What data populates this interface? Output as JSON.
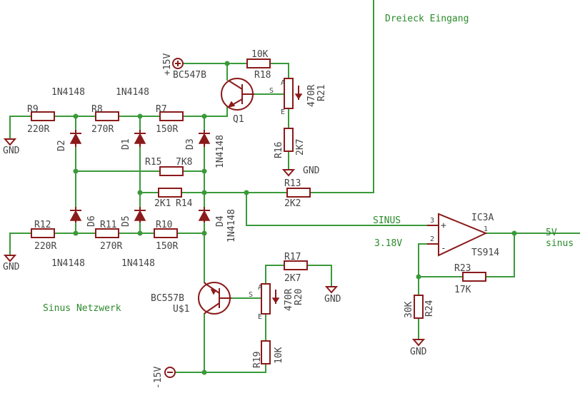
{
  "title_net": "Sinus Netzwerk",
  "label_input": "Dreieck Eingang",
  "label_sinus": "SINUS",
  "label_ref": "3.18V",
  "label_out": "5V",
  "label_out2": "sinus",
  "supply_pos": "+15V",
  "supply_neg": "-15V",
  "gnd": "GND",
  "resistors": {
    "R9": {
      "name": "R9",
      "value": "220R"
    },
    "R8": {
      "name": "R8",
      "value": "270R"
    },
    "R7": {
      "name": "R7",
      "value": "150R"
    },
    "R15": {
      "name": "R15",
      "value": "7K8"
    },
    "R14": {
      "name": "R14",
      "value": "2K1"
    },
    "R13": {
      "name": "R13",
      "value": "2K2"
    },
    "R12": {
      "name": "R12",
      "value": "220R"
    },
    "R11": {
      "name": "R11",
      "value": "270R"
    },
    "R10": {
      "name": "R10",
      "value": "150R"
    },
    "R18": {
      "name": "R18",
      "value": "10K"
    },
    "R16": {
      "name": "R16",
      "value": "2K7"
    },
    "R17": {
      "name": "R17",
      "value": "2K7"
    },
    "R19": {
      "name": "R19",
      "value": "10K"
    },
    "R23": {
      "name": "R23",
      "value": "17K"
    },
    "R24": {
      "name": "R24",
      "value": "30K"
    }
  },
  "pots": {
    "R21": {
      "name": "R21",
      "value": "470R"
    },
    "R20": {
      "name": "R20",
      "value": "470R"
    }
  },
  "diodes": {
    "part": "1N4148",
    "D1": "D1",
    "D2": "D2",
    "D3": "D3",
    "D4": "D4",
    "D5": "D5",
    "D6": "D6"
  },
  "transistors": {
    "Q1": {
      "name": "Q1",
      "part": "BC547B"
    },
    "U1": {
      "name": "U$1",
      "part": "BC557B"
    }
  },
  "opamp": {
    "name": "IC3A",
    "part": "TS914",
    "pin3": "3",
    "pin2": "2",
    "pin1": "1",
    "plus": "+",
    "minus": "-"
  },
  "pot_pins": {
    "s": "S",
    "a": "A",
    "e": "E"
  }
}
